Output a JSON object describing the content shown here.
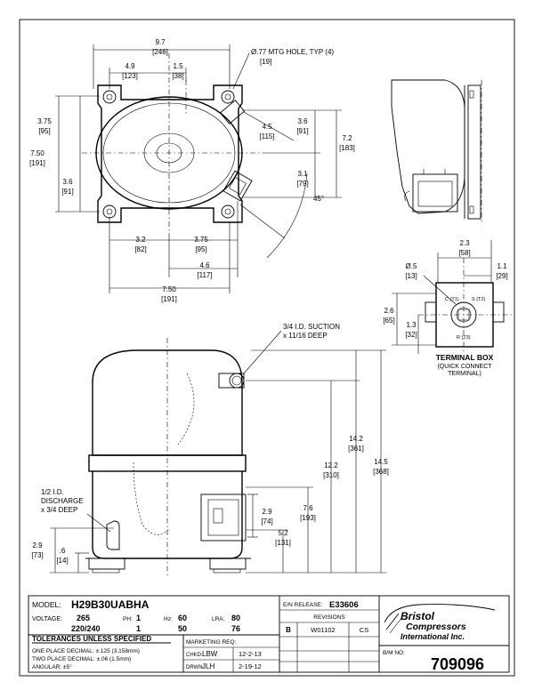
{
  "top_view": {
    "dim_width": "9.7",
    "dim_width_mm": "[246]",
    "dim_left_to_center": "4.9",
    "dim_left_to_center_mm": "[123]",
    "dim_offset": "1.5",
    "dim_offset_mm": "[38]",
    "mtg_hole": "Ø.77 MTG HOLE, TYP (4)",
    "mtg_hole_mm": "[19]",
    "dim_upper_left": "3.75",
    "dim_upper_left_mm": "[95]",
    "dim_height": "7.50",
    "dim_height_mm": "[191]",
    "dim_lower_left": "3.6",
    "dim_lower_left_mm": "[91]",
    "dim_diag": "4.5",
    "dim_diag_mm": "[115]",
    "dim_upper_right": "3.6",
    "dim_upper_right_mm": "[91]",
    "dim_lower_right": "3.1",
    "dim_lower_right_mm": "[79]",
    "dim_right_height": "7.2",
    "dim_right_height_mm": "[183]",
    "angle": "45°",
    "dim_b1": "3.2",
    "dim_b1_mm": "[82]",
    "dim_b2": "3.75",
    "dim_b2_mm": "[95]",
    "dim_b3": "4.6",
    "dim_b3_mm": "[117]",
    "dim_b4": "7.50",
    "dim_b4_mm": "[191]"
  },
  "terminal": {
    "dim_width": "2.3",
    "dim_width_mm": "[58]",
    "dim_offset": "1.1",
    "dim_offset_mm": "[29]",
    "dim_dia": "Ø.5",
    "dim_dia_mm": "[13]",
    "dim_height": "2.6",
    "dim_height_mm": "[65]",
    "dim_center": "1.3",
    "dim_center_mm": "[32]",
    "pin_c": "C (T1)",
    "pin_s": "S (T2)",
    "pin_r": "R (T3)",
    "title": "TERMINAL BOX",
    "subtitle_1": "(QUICK CONNECT",
    "subtitle_2": "TERMINAL)"
  },
  "side_view": {
    "suction_1": "3/4 I.D. SUCTION",
    "suction_2": "x 11/16 DEEP",
    "discharge_1": "1/2 I.D.",
    "discharge_2": "DISCHARGE",
    "discharge_3": "x 3/4 DEEP",
    "h_14_5": "14.5",
    "h_14_5_mm": "[368]",
    "h_14_2": "14.2",
    "h_14_2_mm": "[361]",
    "h_12_2": "12.2",
    "h_12_2_mm": "[310]",
    "h_7_6": "7.6",
    "h_7_6_mm": "[193]",
    "h_5_2": "5.2",
    "h_5_2_mm": "[131]",
    "h_2_9r": "2.9",
    "h_2_9r_mm": "[74]",
    "h_2_9l": "2.9",
    "h_2_9l_mm": "[73]",
    "h_0_6": ".6",
    "h_0_6_mm": "[14]"
  },
  "title_block": {
    "model_label": "MODEL:",
    "model": "H29B30UABHA",
    "voltage_label": "VOLTAGE:",
    "voltage_1": "265",
    "voltage_2": "220/240",
    "ph_label": "PH:",
    "ph_1": "1",
    "ph_2": "1",
    "hz_label": "Hz:",
    "hz_1": "60",
    "hz_2": "50",
    "lra_label": "LRA:",
    "lra_1": "80",
    "lra_2": "76",
    "tol_title": "TOLERANCES UNLESS SPECIFIED",
    "tol_1": "ONE PLACE DECIMAL: ±.125 (3.158mm)",
    "tol_2": "TWO PLACE DECIMAL: ±.06 (1.5mm)",
    "tol_3": "ANGULAR: ±5°",
    "marketing_label": "MARKETING REQ:",
    "chkd_label": "CHKD:",
    "chkd": "LBW",
    "chkd_date": "12-2-13",
    "drwn_label": "DRWN:",
    "drwn": "JLH",
    "drwn_date": "2-19-12",
    "release_label": "E/N RELEASE:",
    "release": "E33606",
    "revisions_label": "REVISIONS",
    "rev_letter": "B",
    "rev_no": "W01102",
    "rev_by": "CS",
    "company_1": "Bristol",
    "company_2": "Compressors",
    "company_3": "International Inc.",
    "bm_label": "B/M NO:",
    "bm_no": "709096"
  }
}
